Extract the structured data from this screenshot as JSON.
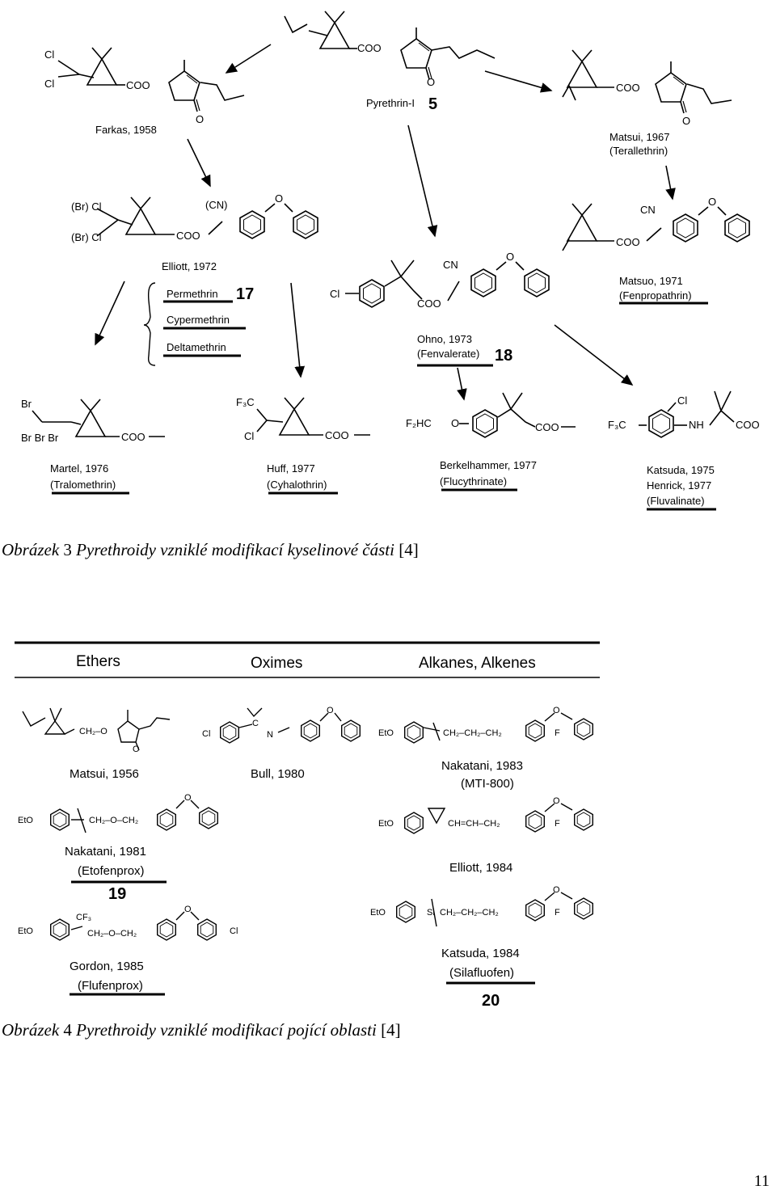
{
  "figure3": {
    "pyrethrin": {
      "label": "Pyrethrin-I",
      "number": "5"
    },
    "farkas": {
      "ref": "Farkas, 1958"
    },
    "matsui1967": {
      "ref": "Matsui, 1967",
      "name": "(Terallethrin)"
    },
    "elliott1972": {
      "ref": "Elliott, 1972",
      "group_labels": [
        "Permethrin",
        "Cypermethrin",
        "Deltamethrin"
      ],
      "permethrin_number": "17",
      "sub_br_cl_1": "(Br) Cl",
      "sub_br_cl_2": "(Br) Cl",
      "sub_cn": "(CN)"
    },
    "ohno1973": {
      "ref": "Ohno, 1973",
      "name": "(Fenvalerate)",
      "number": "18"
    },
    "matsuo1971": {
      "ref": "Matsuo, 1971",
      "name": "(Fenpropathrin)"
    },
    "martel1976": {
      "ref": "Martel, 1976",
      "name": "(Tralomethrin)"
    },
    "huff1977": {
      "ref": "Huff, 1977",
      "name": "(Cyhalothrin)"
    },
    "berkelhammer1977": {
      "ref": "Berkelhammer, 1977",
      "name": "(Flucythrinate)"
    },
    "katsuda1975": {
      "ref1": "Katsuda, 1975",
      "ref2": "Henrick, 1977",
      "name": "(Fluvalinate)"
    },
    "atoms": {
      "coo": "COO",
      "cl": "Cl",
      "br": "Br",
      "cn": "CN",
      "o": "O",
      "f3c": "F₃C",
      "f2hc": "F₂HC",
      "nh": "NH",
      "f3c_ring": "F₃C",
      "brbr": "Br Br  Br"
    },
    "caption": {
      "prefix": "Obrázek",
      "num": "3",
      "text": "Pyrethroidy vzniklé modifikací kyselinové části",
      "cite": "[4]"
    }
  },
  "figure4": {
    "headers": [
      "Ethers",
      "Oximes",
      "Alkanes, Alkenes"
    ],
    "matsui1956": {
      "ref": "Matsui,   1956"
    },
    "bull1980": {
      "ref": "Bull,  1980"
    },
    "nakatani1983": {
      "ref": "Nakatani,  1983",
      "name": "(MTI-800)"
    },
    "nakatani1981": {
      "ref": "Nakatani,  1981",
      "name": "(Etofenprox)",
      "number": "19"
    },
    "elliott1984": {
      "ref": "Elliott,  1984"
    },
    "gordon1985": {
      "ref": "Gordon,  1985",
      "name": "(Flufenprox)"
    },
    "katsuda1984": {
      "ref": "Katsuda,  1984",
      "name": "(Silafluofen)",
      "number": "20"
    },
    "frags": {
      "eto": "EtO",
      "ch2o": "CH₂–O",
      "o": "O",
      "cl": "Cl",
      "f": "F",
      "n": "N",
      "c": "C",
      "chain1": "CH₂–CH₂–CH₂",
      "ether": "CH₂–O–CH₂",
      "alkene": "CH=CH–CH₂",
      "si": "Si",
      "cf3": "CF₃",
      "ether2": "CH₂–O–CH₂"
    },
    "caption": {
      "prefix": "Obrázek",
      "num": "4",
      "text": "Pyrethroidy vzniklé modifikací pojící oblasti",
      "cite": "[4]"
    }
  },
  "page_number": "11"
}
